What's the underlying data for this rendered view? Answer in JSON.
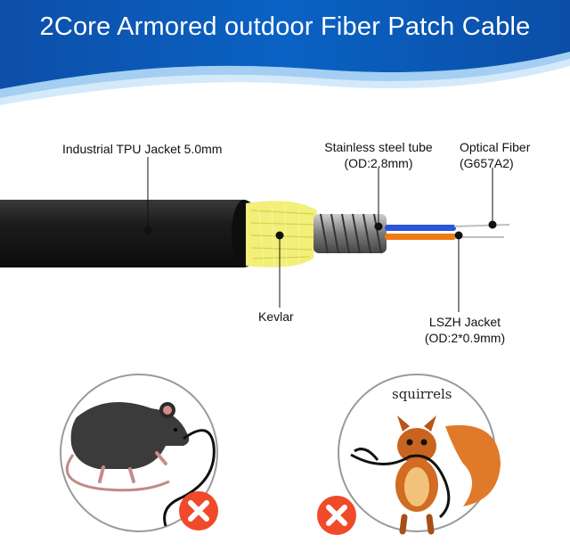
{
  "title": "2Core Armored outdoor Fiber Patch Cable",
  "labels": {
    "tpu_jacket": "Industrial TPU Jacket 5.0mm",
    "steel_tube_line1": "Stainless steel tube",
    "steel_tube_line2": "(OD:2.8mm)",
    "optical_fiber_line1": "Optical Fiber",
    "optical_fiber_line2": "(G657A2)",
    "kevlar": "Kevlar",
    "lszh_line1": "LSZH Jacket",
    "lszh_line2": "(OD:2*0.9mm)"
  },
  "illustrations": {
    "left_animal": "rat-icon",
    "right_animal": "squirrel-icon",
    "right_caption": "squirrels",
    "status_mark": "cross-icon"
  },
  "colors": {
    "banner_blue": "#0a58b8",
    "cable_black": "#1a1a1a",
    "kevlar_yellow": "#f2ef7a",
    "fiber_blue": "#2b55d6",
    "fiber_orange": "#f07a12",
    "cross_red": "#f04a2a"
  }
}
